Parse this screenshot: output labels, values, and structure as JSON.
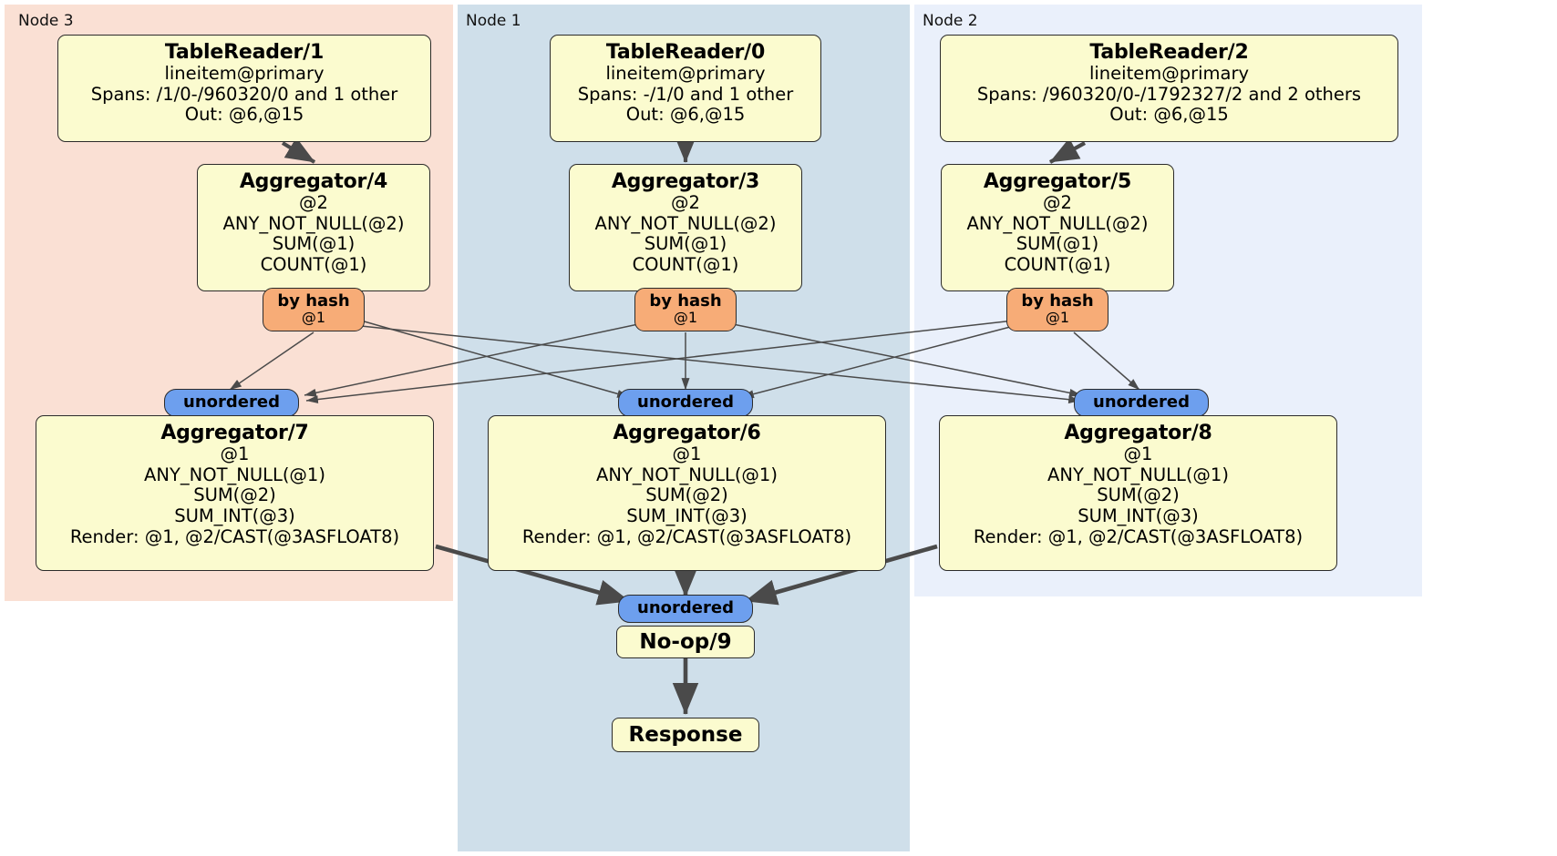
{
  "diagram": {
    "type": "distributed-query-plan",
    "nodes": [
      {
        "id": "node3",
        "label": "Node 3",
        "color": "#fae0d4"
      },
      {
        "id": "node1",
        "label": "Node 1",
        "color": "#cfdfea"
      },
      {
        "id": "node2",
        "label": "Node 2",
        "color": "#eaf0fb"
      }
    ],
    "processors": [
      {
        "id": "tr1",
        "title": "TableReader/1",
        "lines": [
          "lineitem@primary",
          "Spans: /1/0-/960320/0 and 1 other",
          "Out: @6,@15"
        ]
      },
      {
        "id": "tr0",
        "title": "TableReader/0",
        "lines": [
          "lineitem@primary",
          "Spans: -/1/0 and 1 other",
          "Out: @6,@15"
        ]
      },
      {
        "id": "tr2",
        "title": "TableReader/2",
        "lines": [
          "lineitem@primary",
          "Spans: /960320/0-/1792327/2 and 2 others",
          "Out: @6,@15"
        ]
      },
      {
        "id": "agg4",
        "title": "Aggregator/4",
        "lines": [
          "@2",
          "ANY_NOT_NULL(@2)",
          "SUM(@1)",
          "COUNT(@1)"
        ]
      },
      {
        "id": "agg3",
        "title": "Aggregator/3",
        "lines": [
          "@2",
          "ANY_NOT_NULL(@2)",
          "SUM(@1)",
          "COUNT(@1)"
        ]
      },
      {
        "id": "agg5",
        "title": "Aggregator/5",
        "lines": [
          "@2",
          "ANY_NOT_NULL(@2)",
          "SUM(@1)",
          "COUNT(@1)"
        ]
      },
      {
        "id": "agg7",
        "title": "Aggregator/7",
        "lines": [
          "@1",
          "ANY_NOT_NULL(@1)",
          "SUM(@2)",
          "SUM_INT(@3)",
          "Render: @1, @2/CAST(@3ASFLOAT8)"
        ]
      },
      {
        "id": "agg6",
        "title": "Aggregator/6",
        "lines": [
          "@1",
          "ANY_NOT_NULL(@1)",
          "SUM(@2)",
          "SUM_INT(@3)",
          "Render: @1, @2/CAST(@3ASFLOAT8)"
        ]
      },
      {
        "id": "agg8",
        "title": "Aggregator/8",
        "lines": [
          "@1",
          "ANY_NOT_NULL(@1)",
          "SUM(@2)",
          "SUM_INT(@3)",
          "Render: @1, @2/CAST(@3ASFLOAT8)"
        ]
      }
    ],
    "simple_boxes": [
      {
        "id": "noop9",
        "label": "No-op/9"
      },
      {
        "id": "response",
        "label": "Response"
      }
    ],
    "router_badges": [
      {
        "id": "hash3",
        "kind": "by-hash",
        "line1": "by hash",
        "line2": "@1"
      },
      {
        "id": "hash1",
        "kind": "by-hash",
        "line1": "by hash",
        "line2": "@1"
      },
      {
        "id": "hash2",
        "kind": "by-hash",
        "line1": "by hash",
        "line2": "@1"
      }
    ],
    "sync_badges": [
      {
        "id": "unord3",
        "label": "unordered"
      },
      {
        "id": "unord1",
        "label": "unordered"
      },
      {
        "id": "unord2",
        "label": "unordered"
      },
      {
        "id": "unordfin",
        "label": "unordered"
      }
    ],
    "colors": {
      "processor_fill": "#fbfbcf",
      "hash_fill": "#f7ac77",
      "unordered_fill": "#6d9fee",
      "node3_fill": "#fae0d4",
      "node1_fill": "#cfdfea",
      "node2_fill": "#eaf0fb",
      "edge": "#4a4a4a",
      "border": "#2b2b2b"
    }
  }
}
